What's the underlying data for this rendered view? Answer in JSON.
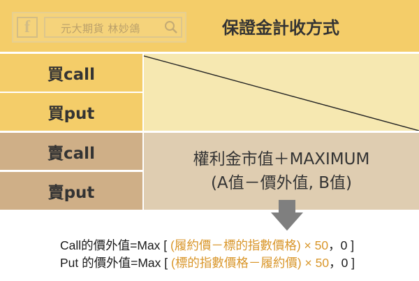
{
  "table": {
    "title": "保證金計收方式",
    "rows": [
      "買call",
      "買put",
      "賣call",
      "賣put"
    ],
    "formula_line1": "權利金市值＋MAXIMUM",
    "formula_line2": "(A值－價外值, B值)"
  },
  "watermark": {
    "text": "元大期貨  林妙鴿",
    "fb_letter": "f"
  },
  "notes": {
    "line1_prefix": "Call的價外值=Max [ ",
    "line1_expr": "(履約價－標的指數價格) × 50",
    "line1_suffix": "，0 ]",
    "line2_prefix": "Put 的價外值=Max [ ",
    "line2_expr": "(標的指數價格－履約價) × 50",
    "line2_suffix": "，0 ]"
  },
  "colors": {
    "yellow": "#f4cd69",
    "light_yellow": "#f6e8b1",
    "tan": "#cfaf87",
    "light_tan": "#dfcdb1",
    "arrow": "#7f7f7f",
    "accent": "#d9962a"
  },
  "icons": [
    "facebook-icon",
    "search-icon",
    "down-arrow-icon"
  ]
}
